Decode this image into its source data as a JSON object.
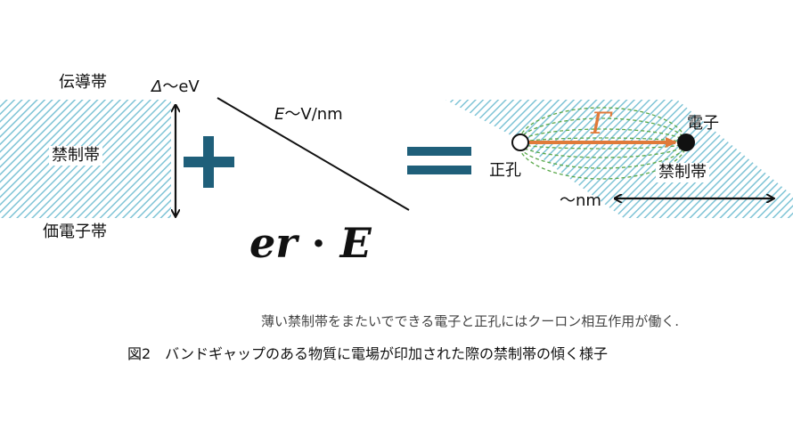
{
  "colors": {
    "hatch": "#7fc4d6",
    "operator": "#1f5f7a",
    "current_arrow": "#e07a3a",
    "field_lines": "#5aa84a",
    "line": "#111111"
  },
  "left_panel": {
    "conduction_band_label": "伝導帯",
    "band_gap_label": "禁制帯",
    "valence_band_label": "価電子帯",
    "gap_energy_symbol": "Δ",
    "gap_energy_value": "〜eV"
  },
  "operators": {
    "plus": "+",
    "equals": "="
  },
  "field_panel": {
    "field_symbol": "E",
    "field_value": "〜V/nm",
    "term_charge": "er",
    "term_dot": "·",
    "term_field": "E"
  },
  "right_panel": {
    "electron_label": "電子",
    "hole_label": "正孔",
    "band_gap_label": "禁制帯",
    "distance_label": "〜nm",
    "current_symbol": "Γ"
  },
  "captions": {
    "subcaption": "薄い禁制帯をまたいでできる電子と正孔にはクーロン相互作用が働く.",
    "figure_caption": "図2　バンドギャップのある物質に電場が印加された際の禁制帯の傾く様子"
  }
}
